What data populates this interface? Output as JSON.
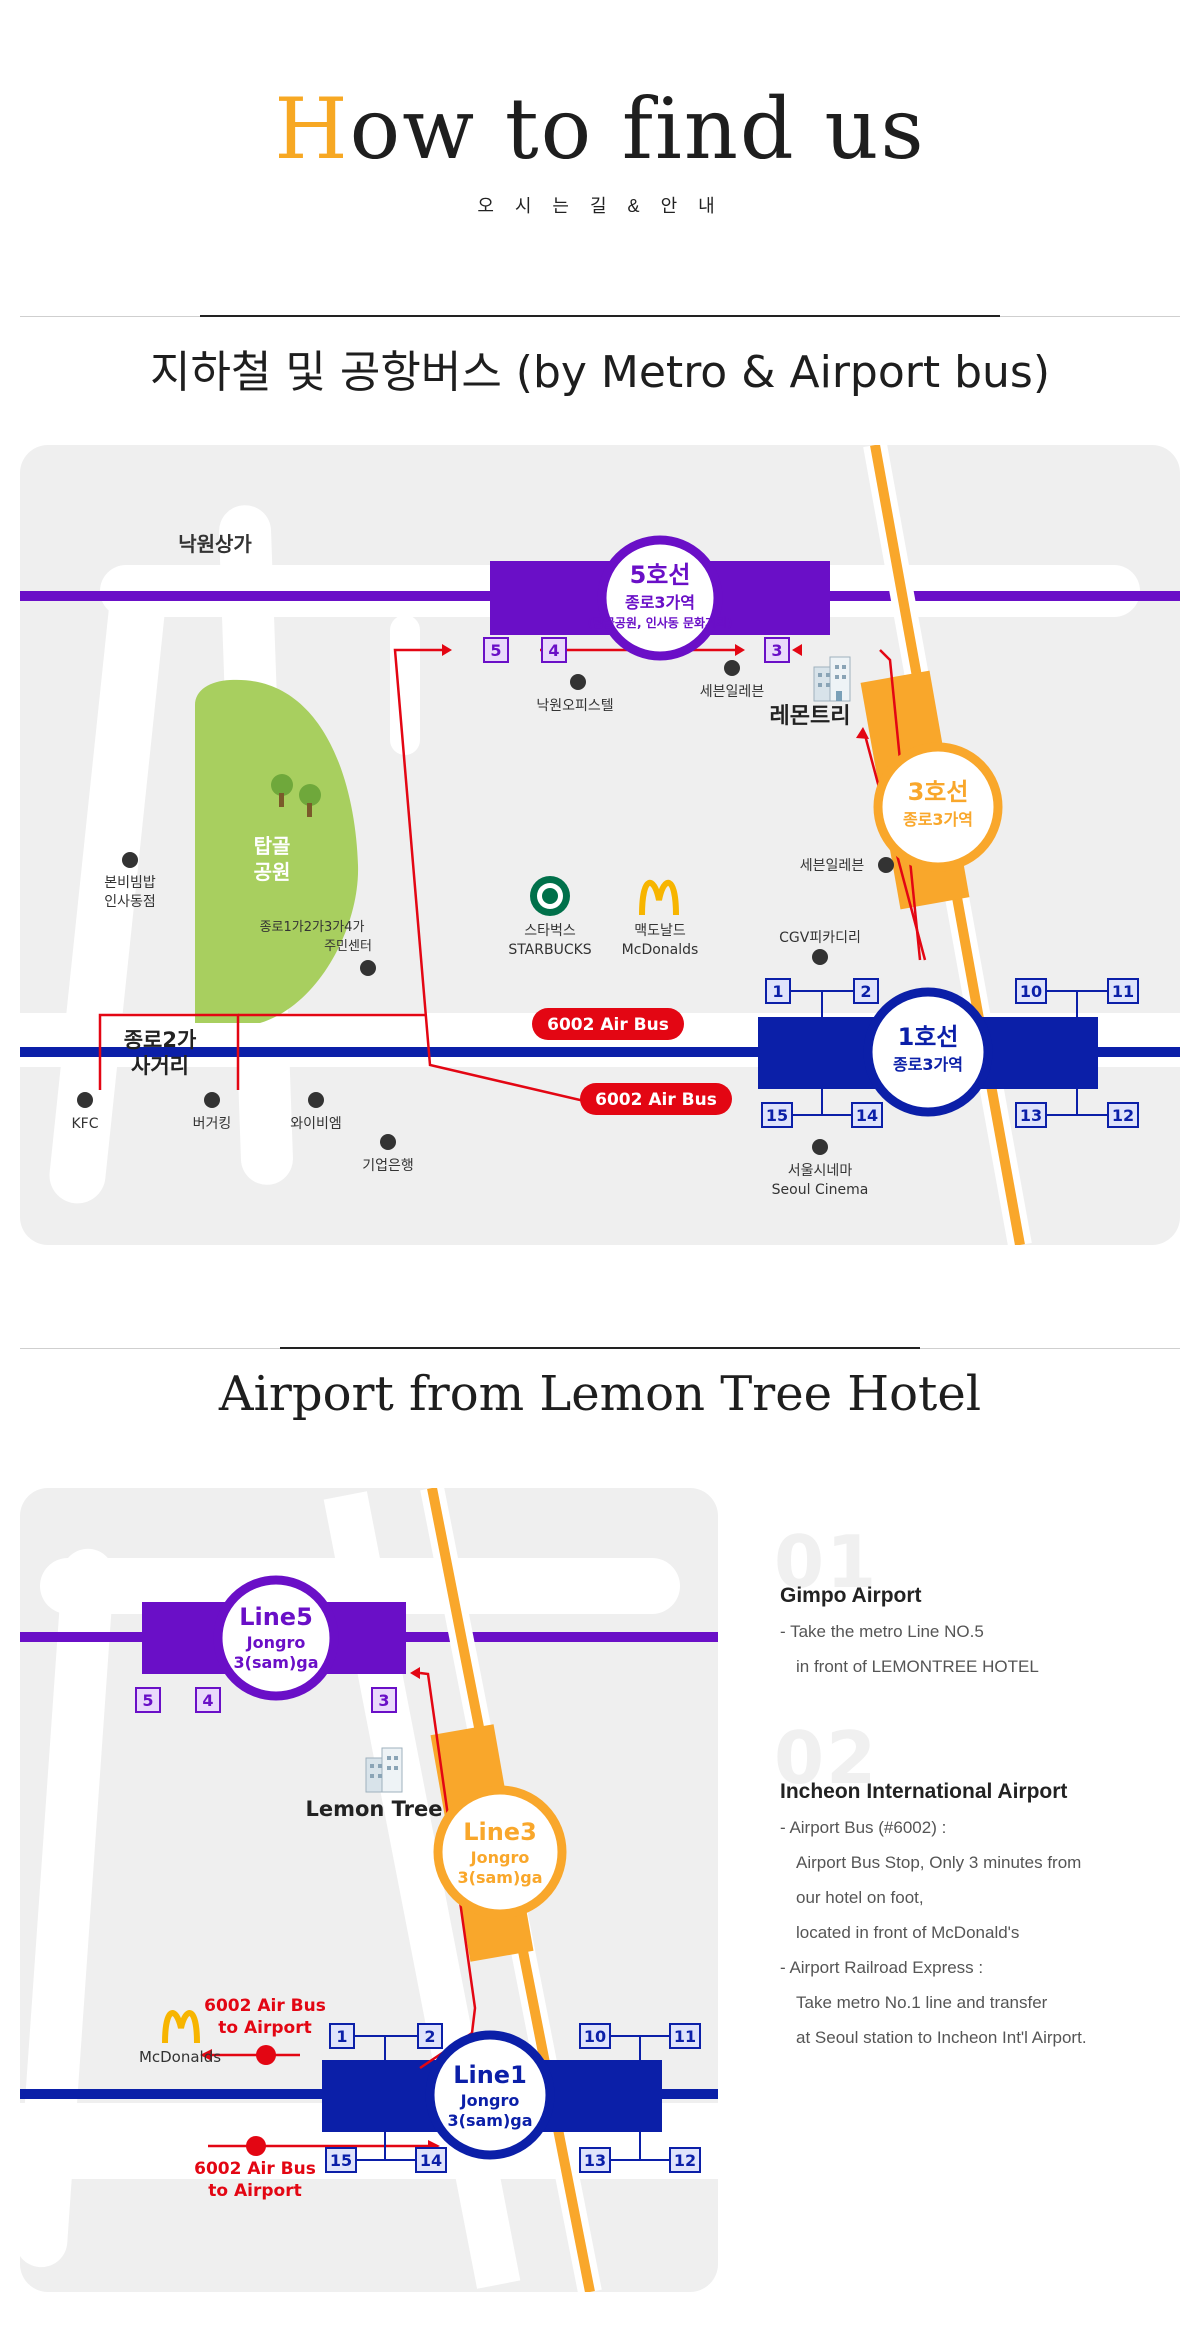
{
  "hero": {
    "title_first_letter": "H",
    "title_rest": "ow to find us",
    "subtitle": "오 시 는 길 & 안 내"
  },
  "section1": {
    "title": "지하철 및 공항버스 (by Metro & Airport bus)"
  },
  "section2": {
    "title": "Airport from Lemon Tree Hotel"
  },
  "colors": {
    "line5": "#6a0fc7",
    "line3": "#f9a72b",
    "line1": "#0b1fa8",
    "bus": "#e30613",
    "park": "#a8cf5f",
    "orange_accent": "#f7a823"
  },
  "map1": {
    "station5": {
      "name": "5호선",
      "sub": "종로3가역",
      "sub2": "(탑골공원, 인사동 문화거리)"
    },
    "station3": {
      "name": "3호선",
      "sub": "종로3가역"
    },
    "station1": {
      "name": "1호선",
      "sub": "종로3가역"
    },
    "exits": {
      "e5": "5",
      "e4": "4",
      "e3": "3",
      "e1": "1",
      "e2": "2",
      "e10": "10",
      "e11": "11",
      "e15": "15",
      "e14": "14",
      "e13": "13",
      "e12": "12"
    },
    "labels": {
      "nakwon": "낙원상가",
      "nakwon_officetel": "낙원오피스텔",
      "seven_eleven_top": "세븐일레븐",
      "lemon_tree": "레몬트리",
      "seven_eleven_mid": "세븐일레븐",
      "tapgol_1": "탑골",
      "tapgol_2": "공원",
      "bonbi_1": "본비빔밥",
      "bonbi_2": "인사동점",
      "jongro_center_1": "종로1가2가3가4가",
      "jongro_center_2": "주민센터",
      "starbucks_kr": "스타벅스",
      "starbucks_en": "STARBUCKS",
      "mcd_kr": "맥도날드",
      "mcd_en": "McDonalds",
      "cgv": "CGV피카디리",
      "jongro2_1": "종로2가",
      "jongro2_2": "사거리",
      "kfc": "KFC",
      "burgerking": "버거킹",
      "waibi": "와이비엠",
      "ibk": "기업은행",
      "seoul_cinema_kr": "서울시네마",
      "seoul_cinema_en": "Seoul Cinema",
      "bus_top": "6002 Air Bus",
      "bus_bottom": "6002 Air Bus"
    }
  },
  "map2": {
    "station5": {
      "name": "Line5",
      "sub1": "Jongro",
      "sub2": "3(sam)ga"
    },
    "station3": {
      "name": "Line3",
      "sub1": "Jongro",
      "sub2": "3(sam)ga"
    },
    "station1": {
      "name": "Line1",
      "sub1": "Jongro",
      "sub2": "3(sam)ga"
    },
    "exits": {
      "e5": "5",
      "e4": "4",
      "e3": "3",
      "e1": "1",
      "e2": "2",
      "e10": "10",
      "e11": "11",
      "e15": "15",
      "e14": "14",
      "e13": "13",
      "e12": "12"
    },
    "labels": {
      "lemon_tree": "Lemon Tree",
      "mcd": "McDonalds",
      "bus_top_1": "6002 Air Bus",
      "bus_top_2": "to  Airport",
      "bus_bottom_1": "6002 Air Bus",
      "bus_bottom_2": "to  Airport"
    }
  },
  "info": {
    "gimpo": {
      "num": "01",
      "title": "Gimpo Airport",
      "lines": [
        "- Take the metro Line NO.5",
        "in front of LEMONTREE HOTEL"
      ]
    },
    "incheon": {
      "num": "02",
      "title": "Incheon International Airport",
      "lines": [
        "- Airport Bus (#6002) :",
        "Airport Bus Stop, Only 3 minutes from",
        "our hotel on foot,",
        "located in front of McDonald's",
        "- Airport Railroad Express :",
        "Take metro No.1 line and transfer",
        "at Seoul station to Incheon Int'l Airport."
      ]
    }
  }
}
